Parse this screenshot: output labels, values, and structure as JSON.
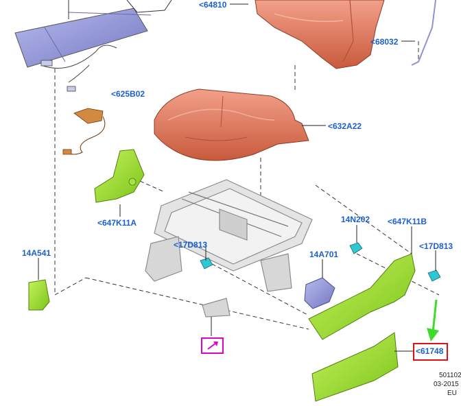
{
  "callouts": {
    "c64810": "<64810",
    "c68032": "<68032",
    "c625B02": "<625B02",
    "c632A22": "<632A22",
    "c647K11A": "<647K11A",
    "c14N202": "14N202",
    "c647K11B": "<647K11B",
    "c17D813_left": "<17D813",
    "c17D813_right": "<17D813",
    "c14A541": "14A541",
    "c14A701": "14A701",
    "c61748": "<61748"
  },
  "meta": {
    "code": "501102",
    "date": "03-2015",
    "region": "EU"
  },
  "colors": {
    "callout_text": "#1a5fd0",
    "cushion": "#e0765a",
    "trim_green": "#9adf2a",
    "pad_purple": "#8f93d6",
    "frame_gray": "#b8b8b8",
    "connector_cyan": "#2fc7d4",
    "highlight_red": "#e01010",
    "highlight_magenta": "#e000d0",
    "arrow_green": "#3ddc2a"
  },
  "icons": {
    "indicator": "arrow-up-right-icon",
    "pointer": "arrow-down-icon"
  }
}
